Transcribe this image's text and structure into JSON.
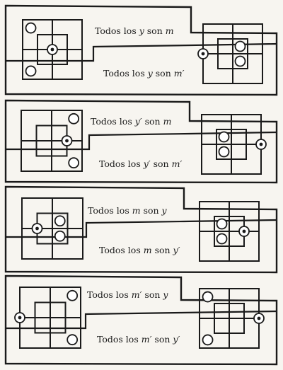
{
  "title": "",
  "ink_color": "#1a1a1a",
  "paper_color": "#f7f5f0",
  "cards": [
    {
      "id": "card-1",
      "left_diagram": {
        "circles": [
          "top-left",
          "bottom-left"
        ],
        "dots": [
          "center"
        ]
      },
      "right_diagram": {
        "circles": [
          "inner-top-right",
          "inner-bottom-right"
        ],
        "dots": [
          "left-edge"
        ]
      },
      "top_statement": {
        "pre": "Todos los ",
        "v1": "y",
        "mid": " son ",
        "v2": "m"
      },
      "bottom_statement": {
        "pre": "Todos los ",
        "v1": "y",
        "mid": " son ",
        "v2": "m′"
      }
    },
    {
      "id": "card-2",
      "left_diagram": {
        "circles": [
          "top-right",
          "bottom-right"
        ],
        "dots": [
          "inner-right-center"
        ]
      },
      "right_diagram": {
        "circles": [
          "inner-top-left",
          "inner-bottom-left"
        ],
        "dots": [
          "right-edge"
        ]
      },
      "top_statement": {
        "pre": "Todos los ",
        "v1": "y′",
        "mid": " son ",
        "v2": "m"
      },
      "bottom_statement": {
        "pre": "Todos los ",
        "v1": "y′",
        "mid": " son ",
        "v2": "m′"
      }
    },
    {
      "id": "card-3",
      "left_diagram": {
        "circles": [
          "inner-top-right",
          "inner-bottom-right"
        ],
        "dots": [
          "inner-left-center"
        ]
      },
      "right_diagram": {
        "circles": [
          "inner-top-left",
          "inner-bottom-left"
        ],
        "dots": [
          "inner-right-center"
        ]
      },
      "top_statement": {
        "pre": "Todos los ",
        "v1": "m",
        "mid": " son ",
        "v2": "y"
      },
      "bottom_statement": {
        "pre": "Todos los ",
        "v1": "m",
        "mid": " son ",
        "v2": "y′"
      }
    },
    {
      "id": "card-4",
      "left_diagram": {
        "circles": [
          "top-right",
          "bottom-right"
        ],
        "dots": [
          "left-edge"
        ]
      },
      "right_diagram": {
        "circles": [
          "top-left",
          "bottom-left"
        ],
        "dots": [
          "right-edge"
        ]
      },
      "top_statement": {
        "pre": "Todos los ",
        "v1": "m′",
        "mid": " son ",
        "v2": "y"
      },
      "bottom_statement": {
        "pre": "Todos los ",
        "v1": "m′",
        "mid": " son ",
        "v2": "y′"
      }
    }
  ]
}
